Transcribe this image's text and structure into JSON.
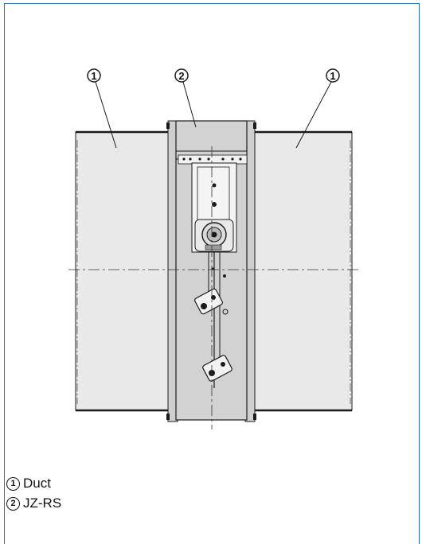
{
  "callouts": [
    {
      "num": "1"
    },
    {
      "num": "2"
    },
    {
      "num": "1"
    }
  ],
  "legend": [
    {
      "num": "1",
      "label": "Duct"
    },
    {
      "num": "2",
      "label": "JZ-RS"
    }
  ],
  "colors": {
    "frame": "#2f6fa8",
    "duct_fill": "#e9e9e9",
    "damper_fill": "#d2d2d2",
    "line": "#1a1a1a"
  }
}
